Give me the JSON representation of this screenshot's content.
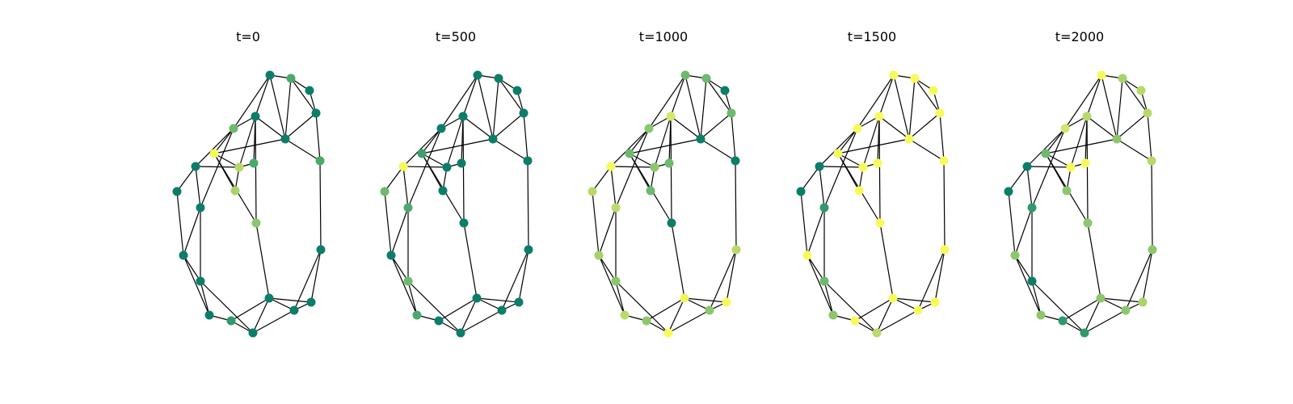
{
  "figure": {
    "panels": [
      {
        "title": "t=0",
        "node_colors": [
          "#0b7e69",
          "#4aa96c",
          "#0b7e69",
          "#0b7e69",
          "#4aa96c",
          "#0b7e69",
          "#0b7e69",
          "#6cba6d",
          "#f7fa5b",
          "#0b7e69",
          "#b8d96a",
          "#4aa96c",
          "#a9d46a",
          "#0b7e69",
          "#0b7e69",
          "#8cc76b",
          "#0b7e69",
          "#0b7e69",
          "#0b7e69",
          "#2f9a6d",
          "#0b7e69",
          "#0b7e69",
          "#0b7e69",
          "#0b7e69",
          "#0b7e69"
        ]
      },
      {
        "title": "t=500",
        "node_colors": [
          "#0b7e69",
          "#0b7e69",
          "#0b7e69",
          "#0b7e69",
          "#0b7e69",
          "#0b7e69",
          "#0b7e69",
          "#0b7e69",
          "#3f9f6b",
          "#f7fa5b",
          "#0b7e69",
          "#0b7e69",
          "#0b7e69",
          "#6cba6d",
          "#4aa96c",
          "#0b7e69",
          "#0b7e69",
          "#6cba6d",
          "#4aa96c",
          "#0b7e69",
          "#0b7e69",
          "#0b7e69",
          "#0b7e69",
          "#0b7e69",
          "#0b7e69"
        ]
      },
      {
        "title": "t=1000",
        "node_colors": [
          "#6cba6d",
          "#6cba6d",
          "#0b7e69",
          "#6cba6d",
          "#0b7e69",
          "#0b7e69",
          "#d5e66a",
          "#8cc76b",
          "#6cba6d",
          "#f7fa5b",
          "#8cc76b",
          "#6cba6d",
          "#6cba6d",
          "#b8d96a",
          "#bada69",
          "#0b7e69",
          "#a4d16a",
          "#8cc76b",
          "#bada69",
          "#8cc76b",
          "#f7fa5b",
          "#f2f55a",
          "#8cc76b",
          "#f7fa5b",
          "#bada69"
        ]
      },
      {
        "title": "t=1500",
        "node_colors": [
          "#f7fa5b",
          "#f7fa5b",
          "#f7fa5b",
          "#f7fa5b",
          "#f7fa5b",
          "#f7fa5b",
          "#f7fa5b",
          "#f7fa5b",
          "#f7fa5b",
          "#0b7e69",
          "#f7fa5b",
          "#f7fa5b",
          "#f7fa5b",
          "#0b7e69",
          "#2f9a6d",
          "#f7fa5b",
          "#f7fa5b",
          "#6cba6d",
          "#8cc76b",
          "#f7fa5b",
          "#bada69",
          "#f7fa5b",
          "#f7fa5b",
          "#f7fa5b",
          "#f7fa5b"
        ]
      },
      {
        "title": "t=2000",
        "node_colors": [
          "#f7fa5b",
          "#a9d46a",
          "#b8d96a",
          "#b8d96a",
          "#b8d96a",
          "#8cc76b",
          "#b8d96a",
          "#d5e66a",
          "#6cba6d",
          "#0b7e69",
          "#f7fa5b",
          "#f7fa5b",
          "#8cc76b",
          "#0b7e69",
          "#2f9a6d",
          "#8cc76b",
          "#8cc76b",
          "#0b7e69",
          "#8cc76b",
          "#2f9a6d",
          "#2f9a6d",
          "#8cc76b",
          "#8cc76b",
          "#a9d46a",
          "#8cc76b"
        ]
      }
    ]
  }
}
